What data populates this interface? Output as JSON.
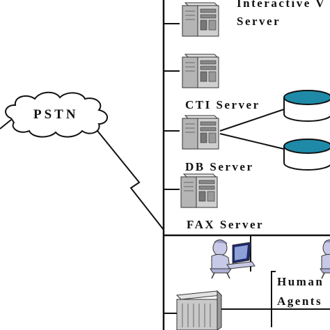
{
  "labels": {
    "pstn": "PSTN",
    "ivr_line1": "Interactive V",
    "ivr_line2": "Server",
    "cti": "CTI Server",
    "db": "DB Server",
    "fax": "FAX Server",
    "human_line1": "Human",
    "human_line2": "Agents"
  },
  "colors": {
    "line": "#111111",
    "server_body": "#c9c9c9",
    "server_side": "#9a9a9a",
    "db_top": "#1f8aa8",
    "agent_body": "#c7c9e6"
  },
  "icons": [
    "server-icon",
    "database-icon",
    "agent-icon",
    "switch-icon",
    "cloud-icon"
  ]
}
